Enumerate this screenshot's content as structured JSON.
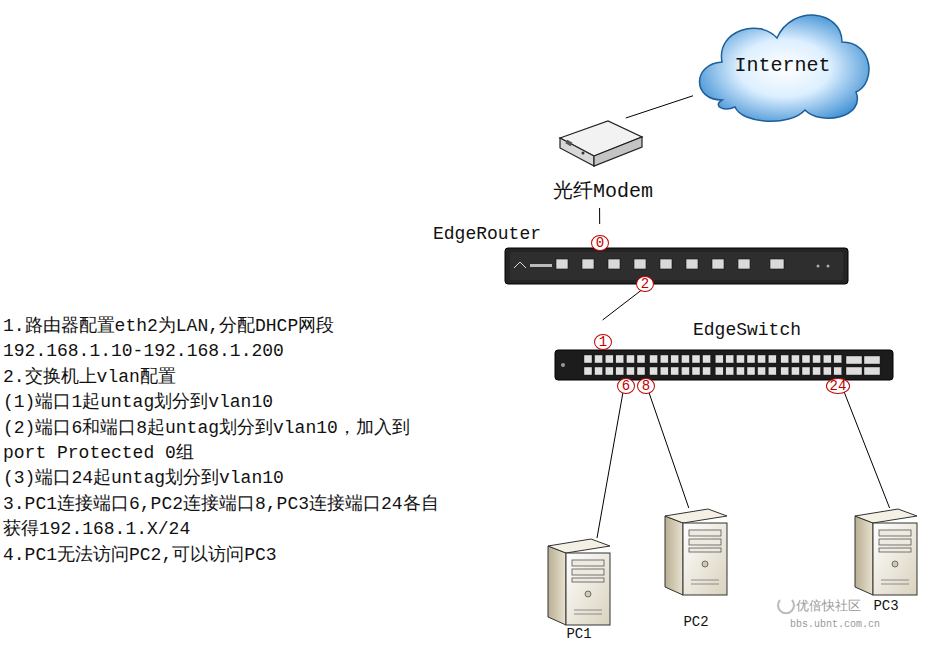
{
  "diagram": {
    "nodes": [
      {
        "text": [
          "Internet"
        ]
      },
      {
        "text": [
          "光纤Modem"
        ]
      },
      {
        "text": [
          "EdgeRouter"
        ]
      },
      {
        "text": [
          "EdgeSwitch"
        ]
      },
      {
        "text": [
          "PC1"
        ]
      },
      {
        "text": [
          "PC2"
        ]
      },
      {
        "text": [
          "PC3"
        ]
      }
    ],
    "edges": [
      {
        "from": 0,
        "to": 1,
        "arrow": "none"
      },
      {
        "from": 1,
        "to": 2,
        "arrow": "none"
      },
      {
        "from": 2,
        "to": 3,
        "arrow": "none"
      },
      {
        "from": 3,
        "to": 4,
        "arrow": "none"
      },
      {
        "from": 3,
        "to": 5,
        "arrow": "none"
      },
      {
        "from": 3,
        "to": 6,
        "arrow": "none"
      }
    ],
    "labels": [
      "0",
      "2",
      "1",
      "6",
      "8",
      "24",
      "1.路由器配置eth2为LAN,分配DHCP网段",
      "192.168.1.10-192.168.1.200",
      "2.交换机上vlan配置",
      "(1)端口1起untag划分到vlan10",
      "(2)端口6和端口8起untag划分到vlan10，加入到",
      "port Protected 0组",
      "(3)端口24起untag划分到vlan10",
      "3.PC1连接端口6,PC2连接端口8,PC3连接端口24各自",
      "获得192.168.1.X/24",
      "4.PC1无法访问PC2,可以访问PC3",
      "优倍快社区",
      "bbs.ubnt.com.cn"
    ]
  }
}
